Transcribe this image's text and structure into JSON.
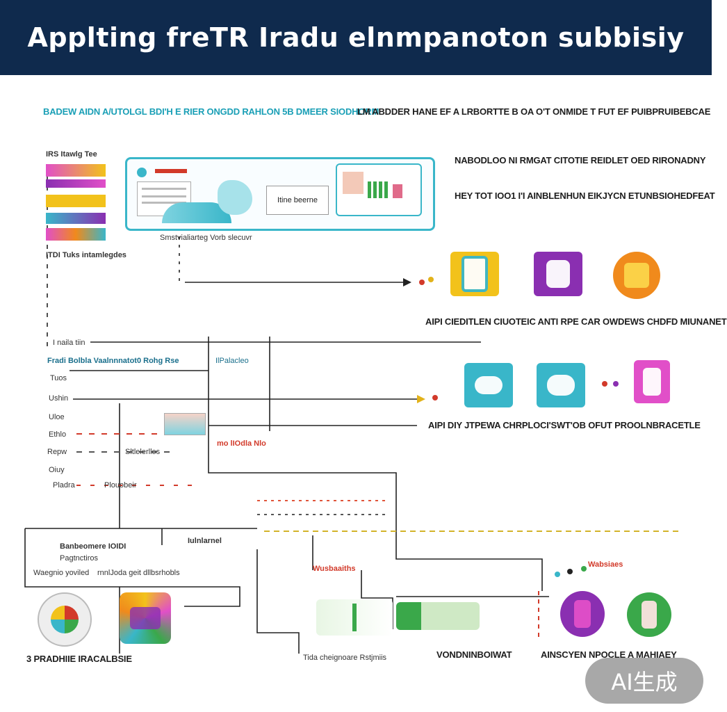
{
  "title": "Applting freTR Iradu elnmpanoton subbisiy",
  "header_left": "BADEW AIDN A/UTOLGL BDI'H E RIER ONGDD RAHLON 5B DMEER",
  "header_left_accent": "SIODHORM",
  "header_right": "LM ABDDER HANE EF A LRBORTTE B OA O'T ONMIDE T FUT EF PUIBPRUIBEBCAE",
  "left_legend_top": "IRS Itawlg Tee",
  "left_legend_bottom": "ITDI Tuks intamlegdes",
  "panel_text": "Itine beerne",
  "panel_caption": "Smstvialiarteg Vorb slecuvr",
  "right_line1": "NABODLOO NI RMGAT CITOTIE REIDLET OED RIRONADNY",
  "right_line2": "HEY TOT IOO1 I'I AINBLENHUN EIKJYCN ETUNBSIOHEDFEAT",
  "row1_caption": "AIPI CIEDITLEN CIUOTEIC ANTI RPE CAR OWDEWS CHDFD MIUNANET",
  "row2_caption": "AIPI DIY JTPEWA CHRPLOCI'SWT'OB OFUT PROOLNBRACETLE",
  "form_header": "I naila tiin",
  "form_title": "Fradi Bolbla Vaalnnnatot0 Rohg Rse",
  "form_tag": "IlPalacleo",
  "form_fields": [
    "Tuos",
    "Ushin",
    "Uloe",
    "Ethlo",
    "Repw",
    "Oiuy",
    "Pladra"
  ],
  "form_mid_label": "Sltlelerllos",
  "form_mid_label2": "Plouobeir",
  "form_red_label": "mo lIOdla Nlo",
  "bottom_box_label": "Banbeomere IOIDI",
  "bottom_box_label2": "Pagtnctiros",
  "bottom_box_label3": "Waegnio yoviled",
  "bottom_box_label4": "rnnlJoda geit dllbsrhobls",
  "bottom_center_label": "Iulnlarnel",
  "bottom_red_label": "Wusbaaiths",
  "bottom_left_caption": "3 PRADHIIE IRACALBSIE",
  "bottom_mid_caption": "Tida cheignoare Rstjmiis",
  "bottom_mid_caption2": "VONDNINBOIWAT",
  "bottom_right_caption": "AINSCYEN NPOCLE A MAHIAEY",
  "bottom_right_tag": "Wabsiaes",
  "ai_badge": "AI生成",
  "colors": {
    "banner": "#0f2a4d",
    "accent_teal": "#39b6c9",
    "accent_red": "#d23a2a",
    "accent_yellow": "#f2c21b",
    "accent_purple": "#8a2fb1",
    "accent_magenta": "#e14fc8",
    "accent_green": "#3aa84a",
    "accent_orange": "#f08a1c"
  },
  "icons": [
    "phone-icon",
    "tablet-icon",
    "hand-icon",
    "cloud-icon",
    "cloud-card-icon",
    "phone-tablet-icon",
    "gauge-icon",
    "collage-icon",
    "plant-icon",
    "chart-icon",
    "purple-device-icon",
    "green-phone-icon"
  ]
}
